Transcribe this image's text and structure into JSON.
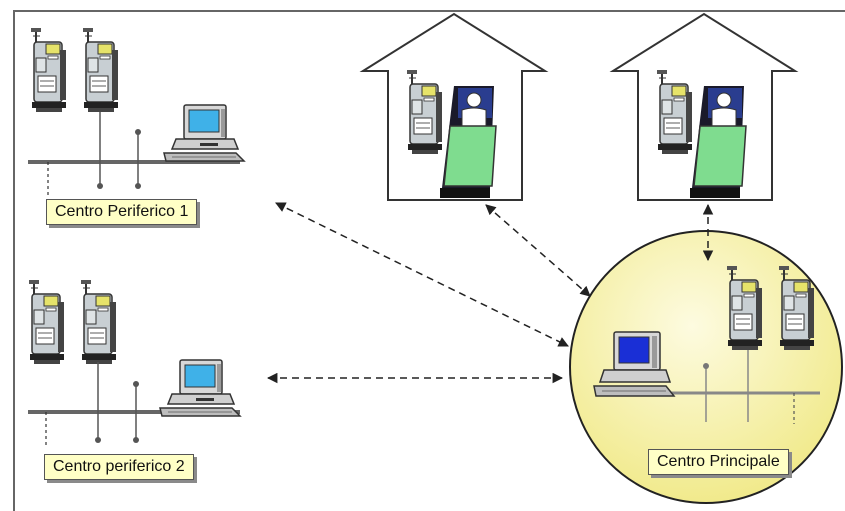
{
  "labels": {
    "centro_periferico_1": "Centro Periferico 1",
    "centro_periferico_2": "Centro periferico 2",
    "centro_principale": "Centro Principale"
  },
  "colors": {
    "main_center_fill": "#f5f0a6",
    "label_fill": "#ffffc6",
    "screen_blue": "#3fb1e8",
    "screen_dark_blue": "#1a2fd6",
    "bed_green": "#7fdc8f",
    "machine_grey": "#c8cfd3",
    "machine_screen_yellow": "#e6e36a"
  },
  "icons": [
    "dialysis-machine-icon",
    "computer-icon",
    "house-icon",
    "patient-in-bed-icon",
    "network-bus-icon",
    "bidirectional-dashed-arrow"
  ]
}
